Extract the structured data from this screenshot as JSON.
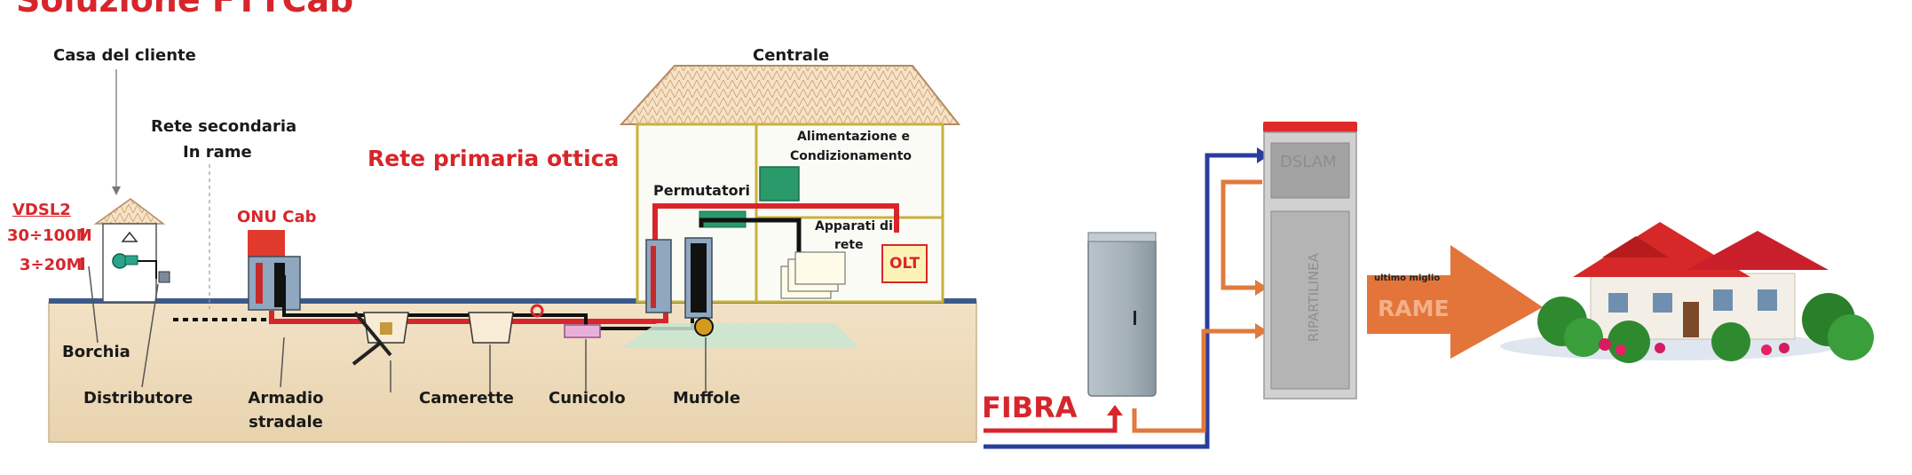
{
  "heading": "Soluzione FTTCab",
  "labels": {
    "casa_cliente": "Casa del cliente",
    "centrale": "Centrale",
    "rete_secondaria_1": "Rete secondaria",
    "rete_secondaria_2": "In rame",
    "rete_primaria": "Rete primaria ottica",
    "vdsl2": "VDSL2",
    "speed_down": "30÷100M",
    "speed_up": "3÷20M",
    "onu_cab": "ONU Cab",
    "alimentazione_1": "Alimentazione e",
    "alimentazione_2": "Condizionamento",
    "permutatori": "Permutatori",
    "apparati_1": "Apparati di",
    "apparati_2": "rete",
    "olt": "OLT",
    "borchia": "Borchia",
    "distributore": "Distributore",
    "armadio_1": "Armadio",
    "armadio_2": "stradale",
    "camerette": "Camerette",
    "cunicolo": "Cunicolo",
    "muffole": "Muffole",
    "fibra": "FIBRA",
    "dslam": "DSLAM",
    "ripartilinea": "RIPARTILINEA",
    "ultimo_miglio": "ultimo miglio",
    "rame": "RAME"
  },
  "colors": {
    "red": "#d7262b",
    "blue_line": "#2a3d9c",
    "orange": "#e07a3e",
    "ground": "#efdcbd",
    "roof": "#f3d8b4",
    "house_border": "#c9b23c",
    "green_box": "#2a9a6b",
    "cabinet": "#9aa6ae",
    "ripartilinea": "#c9c9c9"
  },
  "icons": [
    "house-icon",
    "central-office-building-icon",
    "street-cabinet-icon",
    "dslam-rack-icon",
    "villa-house-icon",
    "arrow-icon"
  ]
}
